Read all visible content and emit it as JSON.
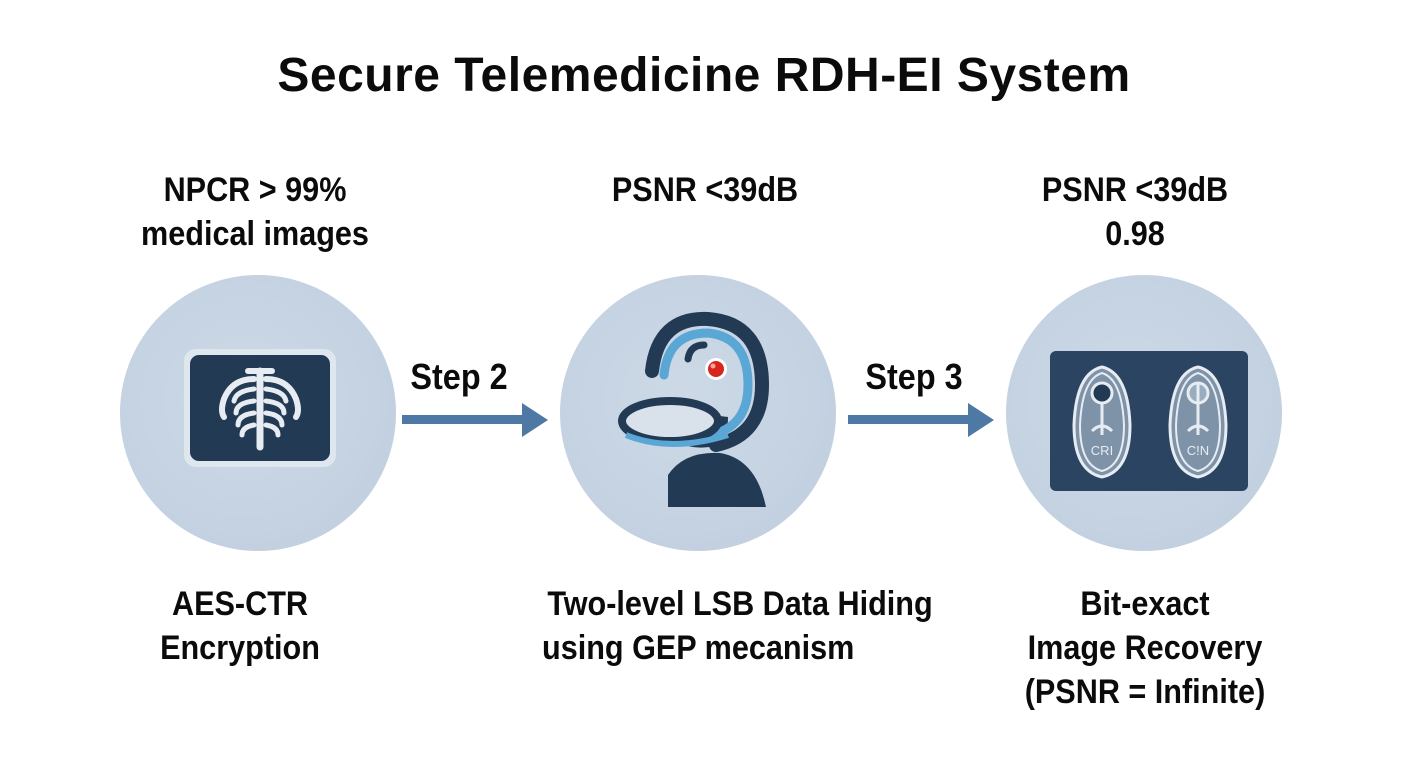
{
  "title": "Secure Telemedicine RDH-EI System",
  "colors": {
    "circle": "#c4d2e2",
    "icon_dark": "#233a55",
    "icon_light": "#e6ecf2",
    "icon_blue": "#5aa7d6",
    "accent_red": "#d9261c",
    "arrow": "#4f79a5"
  },
  "stages": [
    {
      "metrics": [
        "NPCR > 99%",
        "medical images"
      ],
      "icon": "xray-chest-icon",
      "caption": [
        "AES-CTR",
        "Encryption"
      ]
    },
    {
      "metrics": [
        "PSNR <39dB"
      ],
      "icon": "mri-scanner-icon",
      "caption": [
        "Two-level LSB Data Hiding",
        "using GEP mecanism"
      ]
    },
    {
      "metrics": [
        "PSNR <39dB",
        "0.98"
      ],
      "icon": "brain-scan-icon",
      "icon_labels": [
        "CRI",
        "C!N"
      ],
      "caption": [
        "Bit-exact",
        "Image Recovery",
        "(PSNR = Infinite)"
      ]
    }
  ],
  "steps": [
    {
      "label": "Step 2",
      "icon": "arrow-right-icon"
    },
    {
      "label": "Step 3",
      "icon": "arrow-right-icon"
    }
  ]
}
